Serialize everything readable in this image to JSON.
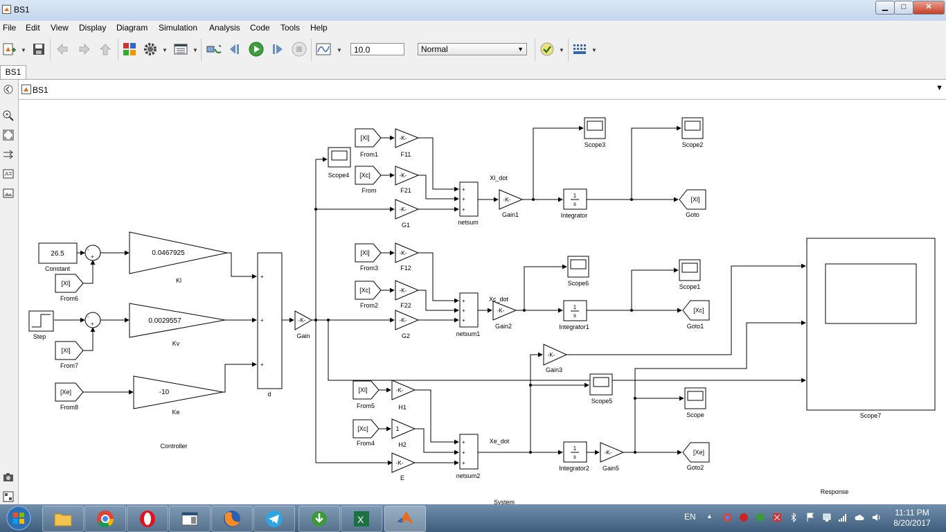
{
  "window": {
    "title": "BS1",
    "minimize": "▁",
    "maximize": "□",
    "close": "✕"
  },
  "menu": [
    "File",
    "Edit",
    "View",
    "Display",
    "Diagram",
    "Simulation",
    "Analysis",
    "Code",
    "Tools",
    "Help"
  ],
  "toolbar": {
    "stop_time": "10.0",
    "sim_mode": "Normal"
  },
  "tab": {
    "label": "BS1"
  },
  "address": {
    "path": "BS1"
  },
  "model": {
    "blocks": {
      "constant": {
        "value": "26.5",
        "label": "Constant"
      },
      "step": {
        "label": "Step"
      },
      "from6": {
        "sig": "[Xl]",
        "label": "From6"
      },
      "from7": {
        "sig": "[Xl]",
        "label": "From7"
      },
      "from8": {
        "sig": "[Xe]",
        "label": "From8"
      },
      "kl": {
        "value": "0.0467925",
        "label": "Kl"
      },
      "kv": {
        "value": "0.0029557",
        "label": "Kv"
      },
      "ke": {
        "value": "-10",
        "label": "Ke"
      },
      "d": {
        "label": "d"
      },
      "gain": {
        "value": "-K-",
        "label": "Gain"
      },
      "controller": {
        "label": "Controller"
      },
      "system": {
        "label": "System"
      },
      "response": {
        "label": "Response"
      },
      "from1": {
        "sig": "[Xl]",
        "label": "From1"
      },
      "from": {
        "sig": "[Xc]",
        "label": "From"
      },
      "f11": {
        "value": "-K-",
        "label": "F11"
      },
      "f21": {
        "value": "-K-",
        "label": "F21"
      },
      "g1": {
        "value": "-K-",
        "label": "G1"
      },
      "netsum": {
        "label": "netsum"
      },
      "scope4": {
        "label": "Scope4"
      },
      "xl_dot": {
        "label": "Xl_dot"
      },
      "gain1": {
        "value": "-K-",
        "label": "Gain1"
      },
      "integrator": {
        "num": "1",
        "den": "s",
        "label": "Integrator"
      },
      "scope3": {
        "label": "Scope3"
      },
      "scope2": {
        "label": "Scope2"
      },
      "goto": {
        "sig": "[Xl]",
        "label": "Goto"
      },
      "from3": {
        "sig": "[Xl]",
        "label": "From3"
      },
      "from2": {
        "sig": "[Xc]",
        "label": "From2"
      },
      "f12": {
        "value": "-K-",
        "label": "F12"
      },
      "f22": {
        "value": "-K-",
        "label": "F22"
      },
      "g2": {
        "value": "-K-",
        "label": "G2"
      },
      "netsum1": {
        "label": "netsum1"
      },
      "xc_dot": {
        "label": "Xc_dot"
      },
      "gain2": {
        "value": "-K-",
        "label": "Gain2"
      },
      "integrator1": {
        "num": "1",
        "den": "s",
        "label": "Integrator1"
      },
      "scope6": {
        "label": "Scope6"
      },
      "scope1": {
        "label": "Scope1"
      },
      "goto1": {
        "sig": "[Xc]",
        "label": "Goto1"
      },
      "gain3": {
        "value": "-K-",
        "label": "Gain3"
      },
      "scope5": {
        "label": "Scope5"
      },
      "scope7": {
        "label": "Scope7"
      },
      "from5": {
        "sig": "[Xl]",
        "label": "From5"
      },
      "from4": {
        "sig": "[Xc]",
        "label": "From4"
      },
      "h1": {
        "value": "-K-",
        "label": "H1"
      },
      "h2": {
        "value": "1",
        "label": "H2"
      },
      "e": {
        "value": "-K-",
        "label": "E"
      },
      "netsum2": {
        "label": "netsum2"
      },
      "xe_dot": {
        "label": "Xe_dot"
      },
      "integrator2": {
        "num": "1",
        "den": "s",
        "label": "Integrator2"
      },
      "gain5": {
        "value": "-K-",
        "label": "Gain5"
      },
      "scope": {
        "label": "Scope"
      },
      "goto2": {
        "sig": "[Xe]",
        "label": "Goto2"
      }
    }
  },
  "taskbar": {
    "lang": "EN",
    "time": "11:11 PM",
    "date": "8/20/2017"
  }
}
